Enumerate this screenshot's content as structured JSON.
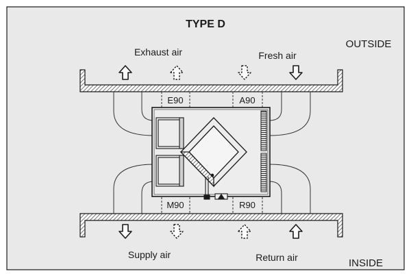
{
  "diagram": {
    "title": "TYPE D",
    "zone_outside": "OUTSIDE",
    "zone_inside": "INSIDE",
    "airflows": {
      "exhaust": "Exhaust air",
      "fresh": "Fresh air",
      "supply": "Supply air",
      "return": "Return air"
    },
    "ports": {
      "e90": "E90",
      "a90": "A90",
      "m90": "M90",
      "r90": "R90"
    },
    "colors": {
      "frame_fill": "#e9e9e9",
      "line": "#1a1a1a",
      "unit_fill": "#ededed",
      "hatch": "#555555"
    }
  }
}
